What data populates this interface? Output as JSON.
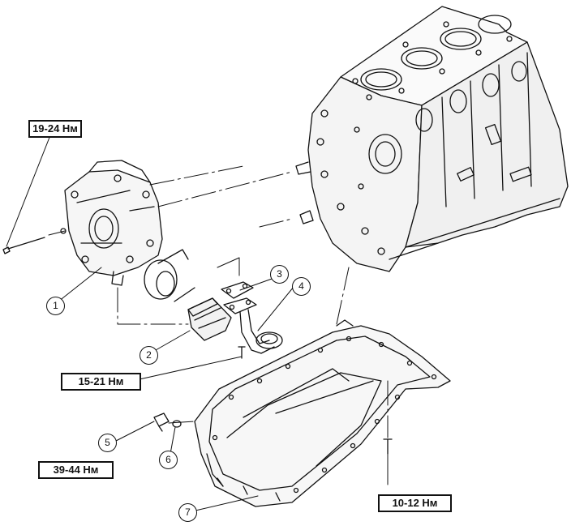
{
  "torque_specs": [
    {
      "id": "t1",
      "text": "19-24 Нм"
    },
    {
      "id": "t2",
      "text": "15-21 Нм"
    },
    {
      "id": "t3",
      "text": "39-44 Нм"
    },
    {
      "id": "t4",
      "text": "10-12 Нм"
    }
  ],
  "callouts": [
    "1",
    "2",
    "3",
    "4",
    "5",
    "6",
    "7"
  ],
  "colors": {
    "line": "#111111",
    "background": "#ffffff"
  }
}
